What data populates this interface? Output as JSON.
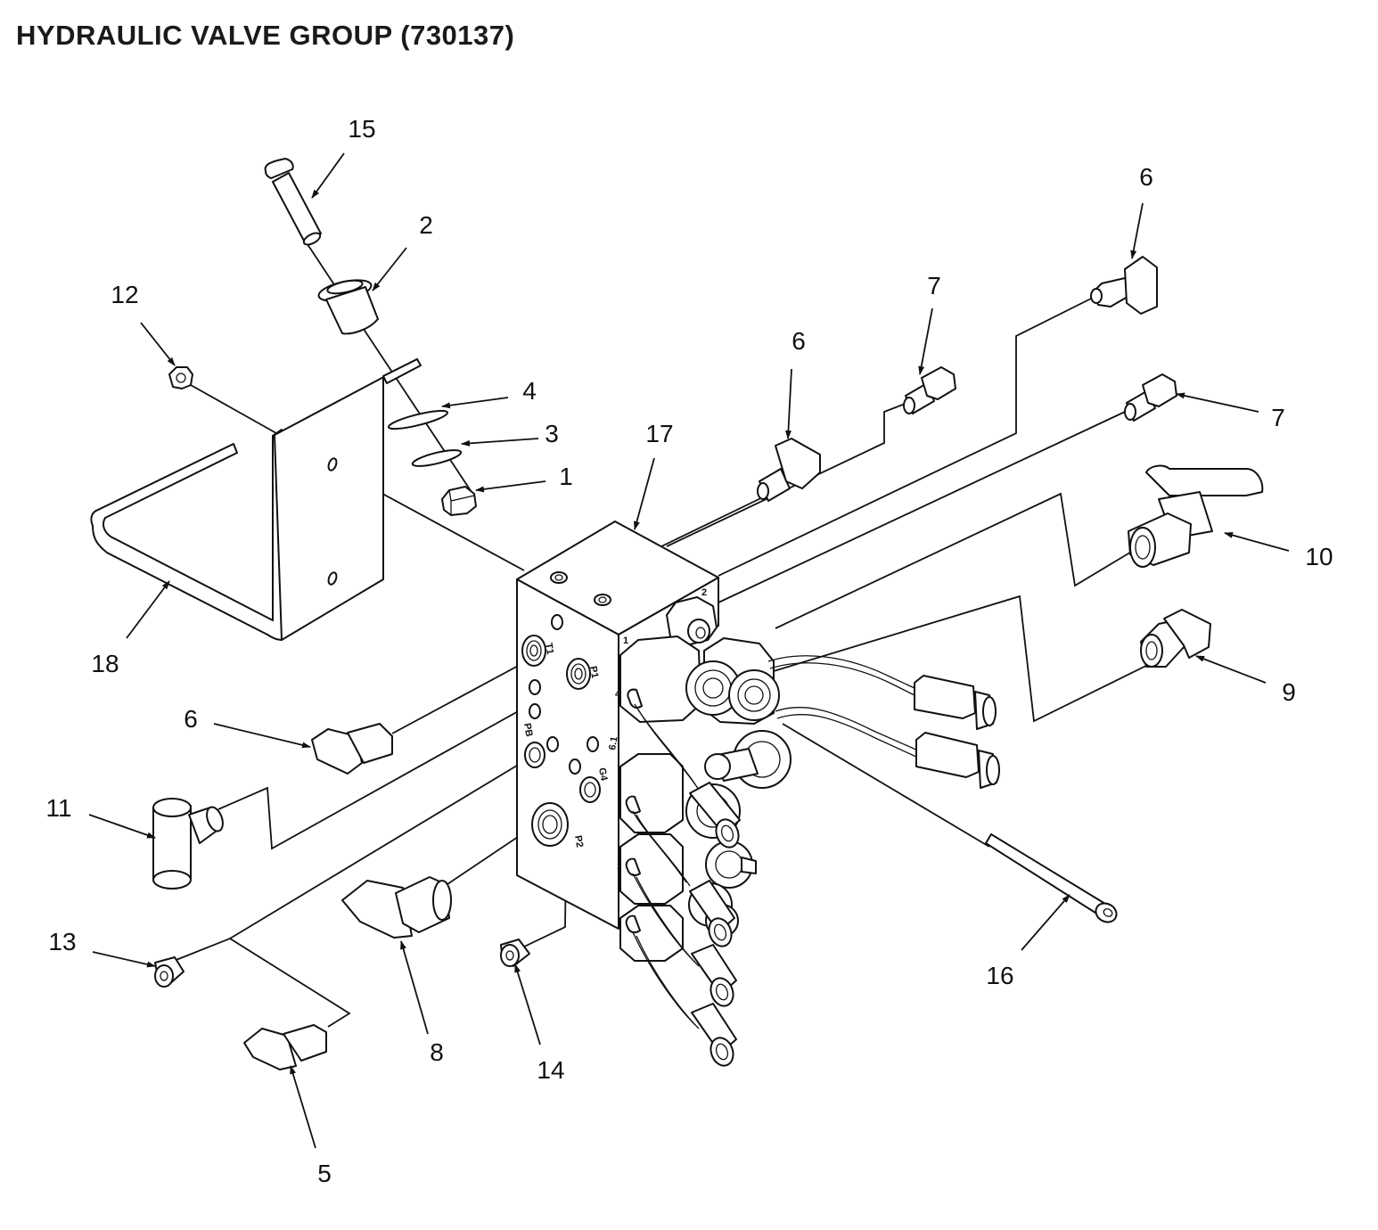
{
  "title": "HYDRAULIC VALVE GROUP (730137)",
  "callouts": {
    "c1": "1",
    "c2": "2",
    "c3": "3",
    "c4": "4",
    "c5": "5",
    "c6a": "6",
    "c6b": "6",
    "c6c": "6",
    "c7a": "7",
    "c7b": "7",
    "c8": "8",
    "c9": "9",
    "c10": "10",
    "c11": "11",
    "c12": "12",
    "c13": "13",
    "c14": "14",
    "c15": "15",
    "c16": "16",
    "c17": "17",
    "c18": "18"
  },
  "port_labels": {
    "t1": "T1",
    "p1": "P1",
    "pb": "PB",
    "g4": "G4",
    "p2": "P2",
    "n1": "1",
    "n2": "2",
    "n4": "4",
    "n61": "6.1",
    "n1b": "1"
  }
}
